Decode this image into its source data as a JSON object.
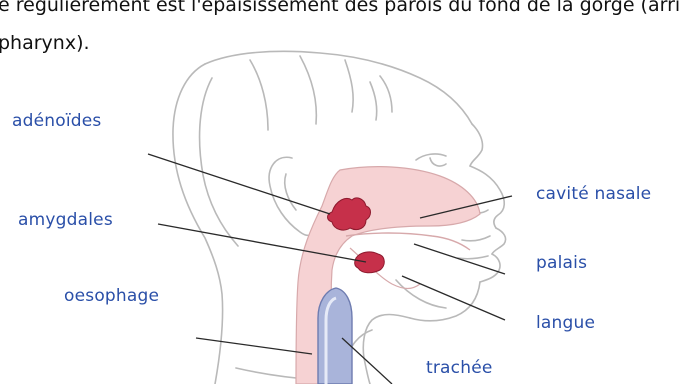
{
  "caption": {
    "line1": "e régulièrement est l'épaisissement des parois du fond de la gorge (arrière",
    "line2": "pharynx)."
  },
  "labels": {
    "adenoides": "adénoïdes",
    "amygdales": "amygdales",
    "oesophage": "oesophage",
    "cavite_nasale": "cavité nasale",
    "palais": "palais",
    "langue": "langue",
    "trachee": "trachée"
  },
  "colors": {
    "label_text": "#2a4fa8",
    "outline": "#b8b8b8",
    "airway": "#f6d2d3",
    "lymphoid_tissue": "#c6304a",
    "trachea": "#a9b4da"
  }
}
